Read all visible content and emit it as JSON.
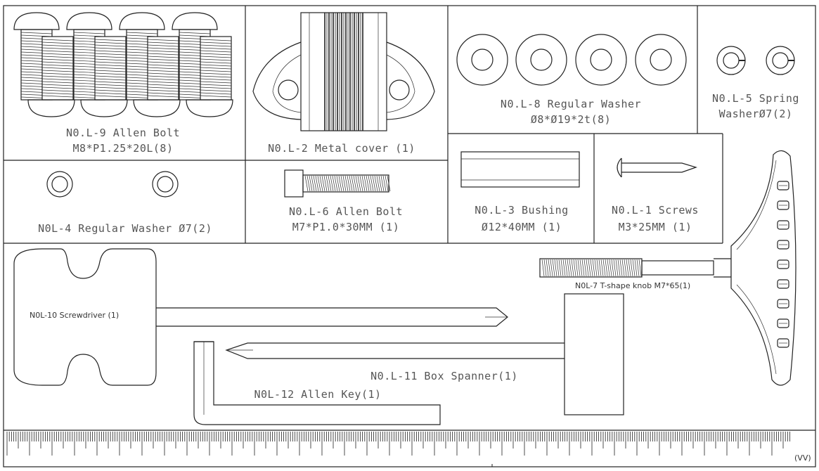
{
  "parts": {
    "l9": {
      "line1": "N0.L-9 Allen Bolt",
      "line2": "M8*P1.25*20L(8)"
    },
    "l2": {
      "line1": "N0.L-2 Metal cover (1)"
    },
    "l8": {
      "line1": "N0.L-8 Regular Washer",
      "line2": "Ø8*Ø19*2t(8)"
    },
    "l5": {
      "line1": "N0.L-5 Spring",
      "line2": "WasherØ7(2)"
    },
    "l4": {
      "line1": "N0L-4 Regular Washer Ø7(2)"
    },
    "l6": {
      "line1": "N0.L-6 Allen Bolt",
      "line2": "M7*P1.0*30MM (1)"
    },
    "l3": {
      "line1": "N0.L-3 Bushing",
      "line2": "Ø12*40MM (1)"
    },
    "l1": {
      "line1": "N0.L-1 Screws",
      "line2": "M3*25MM (1)"
    },
    "l7": {
      "line1": "N0L-7 T-shape knob M7*65(1)"
    },
    "l10": {
      "line1": "N0L-10 Screwdriver (1)"
    },
    "l11": {
      "line1": "N0.L-11 Box Spanner(1)"
    },
    "l12": {
      "line1": "N0L-12 Allen Key(1)"
    }
  },
  "ruler": {
    "unit_label": "(VV)"
  }
}
